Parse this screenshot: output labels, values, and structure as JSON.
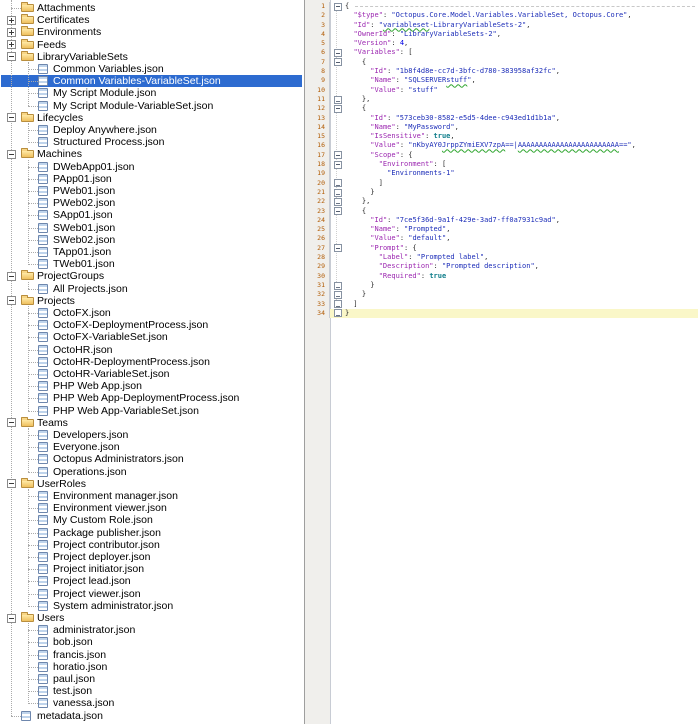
{
  "colors": {
    "selection_blue": "#2D6BD0",
    "current_line": "#FAF7C8",
    "line_number": "#B05900",
    "json_key": "#9B26B0",
    "json_string": "#1C2DB8",
    "json_number": "#0000E6",
    "json_bool": "#0E7D8A",
    "spellcheck_wave": "#2FA52F"
  },
  "tree": {
    "selected_item": "Common Variables-VariableSet.json",
    "items": [
      {
        "label": "Attachments",
        "depth": 1,
        "type": "folder",
        "expander": null
      },
      {
        "label": "Certificates",
        "depth": 1,
        "type": "folder",
        "expander": "plus"
      },
      {
        "label": "Environments",
        "depth": 1,
        "type": "folder",
        "expander": "plus"
      },
      {
        "label": "Feeds",
        "depth": 1,
        "type": "folder",
        "expander": "plus"
      },
      {
        "label": "LibraryVariableSets",
        "depth": 1,
        "type": "folder",
        "expander": "minus"
      },
      {
        "label": "Common Variables.json",
        "depth": 2,
        "type": "file"
      },
      {
        "label": "Common Variables-VariableSet.json",
        "depth": 2,
        "type": "file",
        "selected": true
      },
      {
        "label": "My Script Module.json",
        "depth": 2,
        "type": "file"
      },
      {
        "label": "My Script Module-VariableSet.json",
        "depth": 2,
        "type": "file"
      },
      {
        "label": "Lifecycles",
        "depth": 1,
        "type": "folder",
        "expander": "minus"
      },
      {
        "label": "Deploy Anywhere.json",
        "depth": 2,
        "type": "file"
      },
      {
        "label": "Structured Process.json",
        "depth": 2,
        "type": "file"
      },
      {
        "label": "Machines",
        "depth": 1,
        "type": "folder",
        "expander": "minus"
      },
      {
        "label": "DWebApp01.json",
        "depth": 2,
        "type": "file"
      },
      {
        "label": "PApp01.json",
        "depth": 2,
        "type": "file"
      },
      {
        "label": "PWeb01.json",
        "depth": 2,
        "type": "file"
      },
      {
        "label": "PWeb02.json",
        "depth": 2,
        "type": "file"
      },
      {
        "label": "SApp01.json",
        "depth": 2,
        "type": "file"
      },
      {
        "label": "SWeb01.json",
        "depth": 2,
        "type": "file"
      },
      {
        "label": "SWeb02.json",
        "depth": 2,
        "type": "file"
      },
      {
        "label": "TApp01.json",
        "depth": 2,
        "type": "file"
      },
      {
        "label": "TWeb01.json",
        "depth": 2,
        "type": "file"
      },
      {
        "label": "ProjectGroups",
        "depth": 1,
        "type": "folder",
        "expander": "minus"
      },
      {
        "label": "All Projects.json",
        "depth": 2,
        "type": "file"
      },
      {
        "label": "Projects",
        "depth": 1,
        "type": "folder",
        "expander": "minus"
      },
      {
        "label": "OctoFX.json",
        "depth": 2,
        "type": "file"
      },
      {
        "label": "OctoFX-DeploymentProcess.json",
        "depth": 2,
        "type": "file"
      },
      {
        "label": "OctoFX-VariableSet.json",
        "depth": 2,
        "type": "file"
      },
      {
        "label": "OctoHR.json",
        "depth": 2,
        "type": "file"
      },
      {
        "label": "OctoHR-DeploymentProcess.json",
        "depth": 2,
        "type": "file"
      },
      {
        "label": "OctoHR-VariableSet.json",
        "depth": 2,
        "type": "file"
      },
      {
        "label": "PHP Web App.json",
        "depth": 2,
        "type": "file"
      },
      {
        "label": "PHP Web App-DeploymentProcess.json",
        "depth": 2,
        "type": "file"
      },
      {
        "label": "PHP Web App-VariableSet.json",
        "depth": 2,
        "type": "file"
      },
      {
        "label": "Teams",
        "depth": 1,
        "type": "folder",
        "expander": "minus"
      },
      {
        "label": "Developers.json",
        "depth": 2,
        "type": "file"
      },
      {
        "label": "Everyone.json",
        "depth": 2,
        "type": "file"
      },
      {
        "label": "Octopus Administrators.json",
        "depth": 2,
        "type": "file"
      },
      {
        "label": "Operations.json",
        "depth": 2,
        "type": "file"
      },
      {
        "label": "UserRoles",
        "depth": 1,
        "type": "folder",
        "expander": "minus"
      },
      {
        "label": "Environment manager.json",
        "depth": 2,
        "type": "file"
      },
      {
        "label": "Environment viewer.json",
        "depth": 2,
        "type": "file"
      },
      {
        "label": "My Custom Role.json",
        "depth": 2,
        "type": "file"
      },
      {
        "label": "Package publisher.json",
        "depth": 2,
        "type": "file"
      },
      {
        "label": "Project contributor.json",
        "depth": 2,
        "type": "file"
      },
      {
        "label": "Project deployer.json",
        "depth": 2,
        "type": "file"
      },
      {
        "label": "Project initiator.json",
        "depth": 2,
        "type": "file"
      },
      {
        "label": "Project lead.json",
        "depth": 2,
        "type": "file"
      },
      {
        "label": "Project viewer.json",
        "depth": 2,
        "type": "file"
      },
      {
        "label": "System administrator.json",
        "depth": 2,
        "type": "file"
      },
      {
        "label": "Users",
        "depth": 1,
        "type": "folder",
        "expander": "minus"
      },
      {
        "label": "administrator.json",
        "depth": 2,
        "type": "file"
      },
      {
        "label": "bob.json",
        "depth": 2,
        "type": "file"
      },
      {
        "label": "francis.json",
        "depth": 2,
        "type": "file"
      },
      {
        "label": "horatio.json",
        "depth": 2,
        "type": "file"
      },
      {
        "label": "paul.json",
        "depth": 2,
        "type": "file"
      },
      {
        "label": "test.json",
        "depth": 2,
        "type": "file"
      },
      {
        "label": "vanessa.json",
        "depth": 2,
        "type": "file"
      },
      {
        "label": "metadata.json",
        "depth": 1,
        "type": "file",
        "expander": null
      }
    ]
  },
  "editor": {
    "line_count": 34,
    "current_line": 34,
    "lines": [
      {
        "n": 1,
        "fold": "open",
        "dash": true,
        "tokens": [
          [
            "pu",
            "{"
          ]
        ]
      },
      {
        "n": 2,
        "tokens": [
          [
            "pu",
            "  "
          ],
          [
            "k",
            "\"$type\""
          ],
          [
            "pu",
            ": "
          ],
          [
            "s",
            "\"Octopus.Core.Model.Variables.VariableSet, Octopus.Core\""
          ],
          [
            "pu",
            ","
          ]
        ]
      },
      {
        "n": 3,
        "tokens": [
          [
            "pu",
            "  "
          ],
          [
            "k",
            "\"Id\""
          ],
          [
            "pu",
            ": "
          ],
          [
            "s",
            "\""
          ],
          [
            "sw",
            "variableset"
          ],
          [
            "s",
            "-LibraryVariableSets-2\""
          ],
          [
            "pu",
            ","
          ]
        ]
      },
      {
        "n": 4,
        "tokens": [
          [
            "pu",
            "  "
          ],
          [
            "k",
            "\"OwnerId\""
          ],
          [
            "pu",
            ": "
          ],
          [
            "s",
            "\"LibraryVariableSets-2\""
          ],
          [
            "pu",
            ","
          ]
        ]
      },
      {
        "n": 5,
        "tokens": [
          [
            "pu",
            "  "
          ],
          [
            "k",
            "\"Version\""
          ],
          [
            "pu",
            ": "
          ],
          [
            "num",
            "4"
          ],
          [
            "pu",
            ","
          ]
        ]
      },
      {
        "n": 6,
        "fold": "open",
        "tokens": [
          [
            "pu",
            "  "
          ],
          [
            "k",
            "\"Variables\""
          ],
          [
            "pu",
            ": ["
          ]
        ]
      },
      {
        "n": 7,
        "fold": "open",
        "tokens": [
          [
            "pu",
            "    {"
          ]
        ]
      },
      {
        "n": 8,
        "tokens": [
          [
            "pu",
            "      "
          ],
          [
            "k",
            "\"Id\""
          ],
          [
            "pu",
            ": "
          ],
          [
            "s",
            "\"1b8f4d8e-cc7d-3bfc-d780-383958af32fc\""
          ],
          [
            "pu",
            ","
          ]
        ]
      },
      {
        "n": 9,
        "tokens": [
          [
            "pu",
            "      "
          ],
          [
            "k",
            "\"Name\""
          ],
          [
            "pu",
            ": "
          ],
          [
            "s",
            "\"SQLSERVER"
          ],
          [
            "sw",
            "stuff"
          ],
          [
            "s",
            "\""
          ],
          [
            "pu",
            ","
          ]
        ]
      },
      {
        "n": 10,
        "tokens": [
          [
            "pu",
            "      "
          ],
          [
            "k",
            "\"Value\""
          ],
          [
            "pu",
            ": "
          ],
          [
            "s",
            "\"stuff\""
          ]
        ]
      },
      {
        "n": 11,
        "fold": "end",
        "tokens": [
          [
            "pu",
            "    },"
          ]
        ]
      },
      {
        "n": 12,
        "fold": "open",
        "tokens": [
          [
            "pu",
            "    {"
          ]
        ]
      },
      {
        "n": 13,
        "tokens": [
          [
            "pu",
            "      "
          ],
          [
            "k",
            "\"Id\""
          ],
          [
            "pu",
            ": "
          ],
          [
            "s",
            "\"573ceb30-8582-e5d5-4dee-c943ed1d1b1a\""
          ],
          [
            "pu",
            ","
          ]
        ]
      },
      {
        "n": 14,
        "tokens": [
          [
            "pu",
            "      "
          ],
          [
            "k",
            "\"Name\""
          ],
          [
            "pu",
            ": "
          ],
          [
            "s",
            "\"MyPassword\""
          ],
          [
            "pu",
            ","
          ]
        ]
      },
      {
        "n": 15,
        "tokens": [
          [
            "pu",
            "      "
          ],
          [
            "k",
            "\"IsSensitive\""
          ],
          [
            "pu",
            ": "
          ],
          [
            "bool",
            "true"
          ],
          [
            "pu",
            ","
          ]
        ]
      },
      {
        "n": 16,
        "tokens": [
          [
            "pu",
            "      "
          ],
          [
            "k",
            "\"Value\""
          ],
          [
            "pu",
            ": "
          ],
          [
            "s",
            "\"nKbyAY0"
          ],
          [
            "sw",
            "JrppZYmiEXV7zpA"
          ],
          [
            "s",
            "==|"
          ],
          [
            "sw",
            "AAAAAAAAAAAAAAAAAAAAAAAA"
          ],
          [
            "s",
            "==\""
          ],
          [
            "pu",
            ","
          ]
        ]
      },
      {
        "n": 17,
        "fold": "open",
        "tokens": [
          [
            "pu",
            "      "
          ],
          [
            "k",
            "\"Scope\""
          ],
          [
            "pu",
            ": {"
          ]
        ]
      },
      {
        "n": 18,
        "fold": "open",
        "tokens": [
          [
            "pu",
            "        "
          ],
          [
            "k",
            "\"Environment\""
          ],
          [
            "pu",
            ": ["
          ]
        ]
      },
      {
        "n": 19,
        "tokens": [
          [
            "pu",
            "          "
          ],
          [
            "s",
            "\"Environments-1\""
          ]
        ]
      },
      {
        "n": 20,
        "fold": "end",
        "tokens": [
          [
            "pu",
            "        ]"
          ]
        ]
      },
      {
        "n": 21,
        "fold": "end",
        "tokens": [
          [
            "pu",
            "      }"
          ]
        ]
      },
      {
        "n": 22,
        "fold": "end",
        "tokens": [
          [
            "pu",
            "    },"
          ]
        ]
      },
      {
        "n": 23,
        "fold": "open",
        "tokens": [
          [
            "pu",
            "    {"
          ]
        ]
      },
      {
        "n": 24,
        "tokens": [
          [
            "pu",
            "      "
          ],
          [
            "k",
            "\"Id\""
          ],
          [
            "pu",
            ": "
          ],
          [
            "s",
            "\"7ce5f36d-9a1f-429e-3ad7-ff0a7931c9ad\""
          ],
          [
            "pu",
            ","
          ]
        ]
      },
      {
        "n": 25,
        "tokens": [
          [
            "pu",
            "      "
          ],
          [
            "k",
            "\"Name\""
          ],
          [
            "pu",
            ": "
          ],
          [
            "s",
            "\"Prompted\""
          ],
          [
            "pu",
            ","
          ]
        ]
      },
      {
        "n": 26,
        "tokens": [
          [
            "pu",
            "      "
          ],
          [
            "k",
            "\"Value\""
          ],
          [
            "pu",
            ": "
          ],
          [
            "s",
            "\"default\""
          ],
          [
            "pu",
            ","
          ]
        ]
      },
      {
        "n": 27,
        "fold": "open",
        "tokens": [
          [
            "pu",
            "      "
          ],
          [
            "k",
            "\"Prompt\""
          ],
          [
            "pu",
            ": {"
          ]
        ]
      },
      {
        "n": 28,
        "tokens": [
          [
            "pu",
            "        "
          ],
          [
            "k",
            "\"Label\""
          ],
          [
            "pu",
            ": "
          ],
          [
            "s",
            "\"Prompted label\""
          ],
          [
            "pu",
            ","
          ]
        ]
      },
      {
        "n": 29,
        "tokens": [
          [
            "pu",
            "        "
          ],
          [
            "k",
            "\"Description\""
          ],
          [
            "pu",
            ": "
          ],
          [
            "s",
            "\"Prompted description\""
          ],
          [
            "pu",
            ","
          ]
        ]
      },
      {
        "n": 30,
        "tokens": [
          [
            "pu",
            "        "
          ],
          [
            "k",
            "\"Required\""
          ],
          [
            "pu",
            ": "
          ],
          [
            "bool",
            "true"
          ]
        ]
      },
      {
        "n": 31,
        "fold": "end",
        "tokens": [
          [
            "pu",
            "      }"
          ]
        ]
      },
      {
        "n": 32,
        "fold": "end",
        "tokens": [
          [
            "pu",
            "    }"
          ]
        ]
      },
      {
        "n": 33,
        "fold": "end",
        "tokens": [
          [
            "pu",
            "  ]"
          ]
        ]
      },
      {
        "n": 34,
        "fold": "end",
        "current": true,
        "tokens": [
          [
            "pu",
            "}"
          ]
        ]
      }
    ]
  }
}
